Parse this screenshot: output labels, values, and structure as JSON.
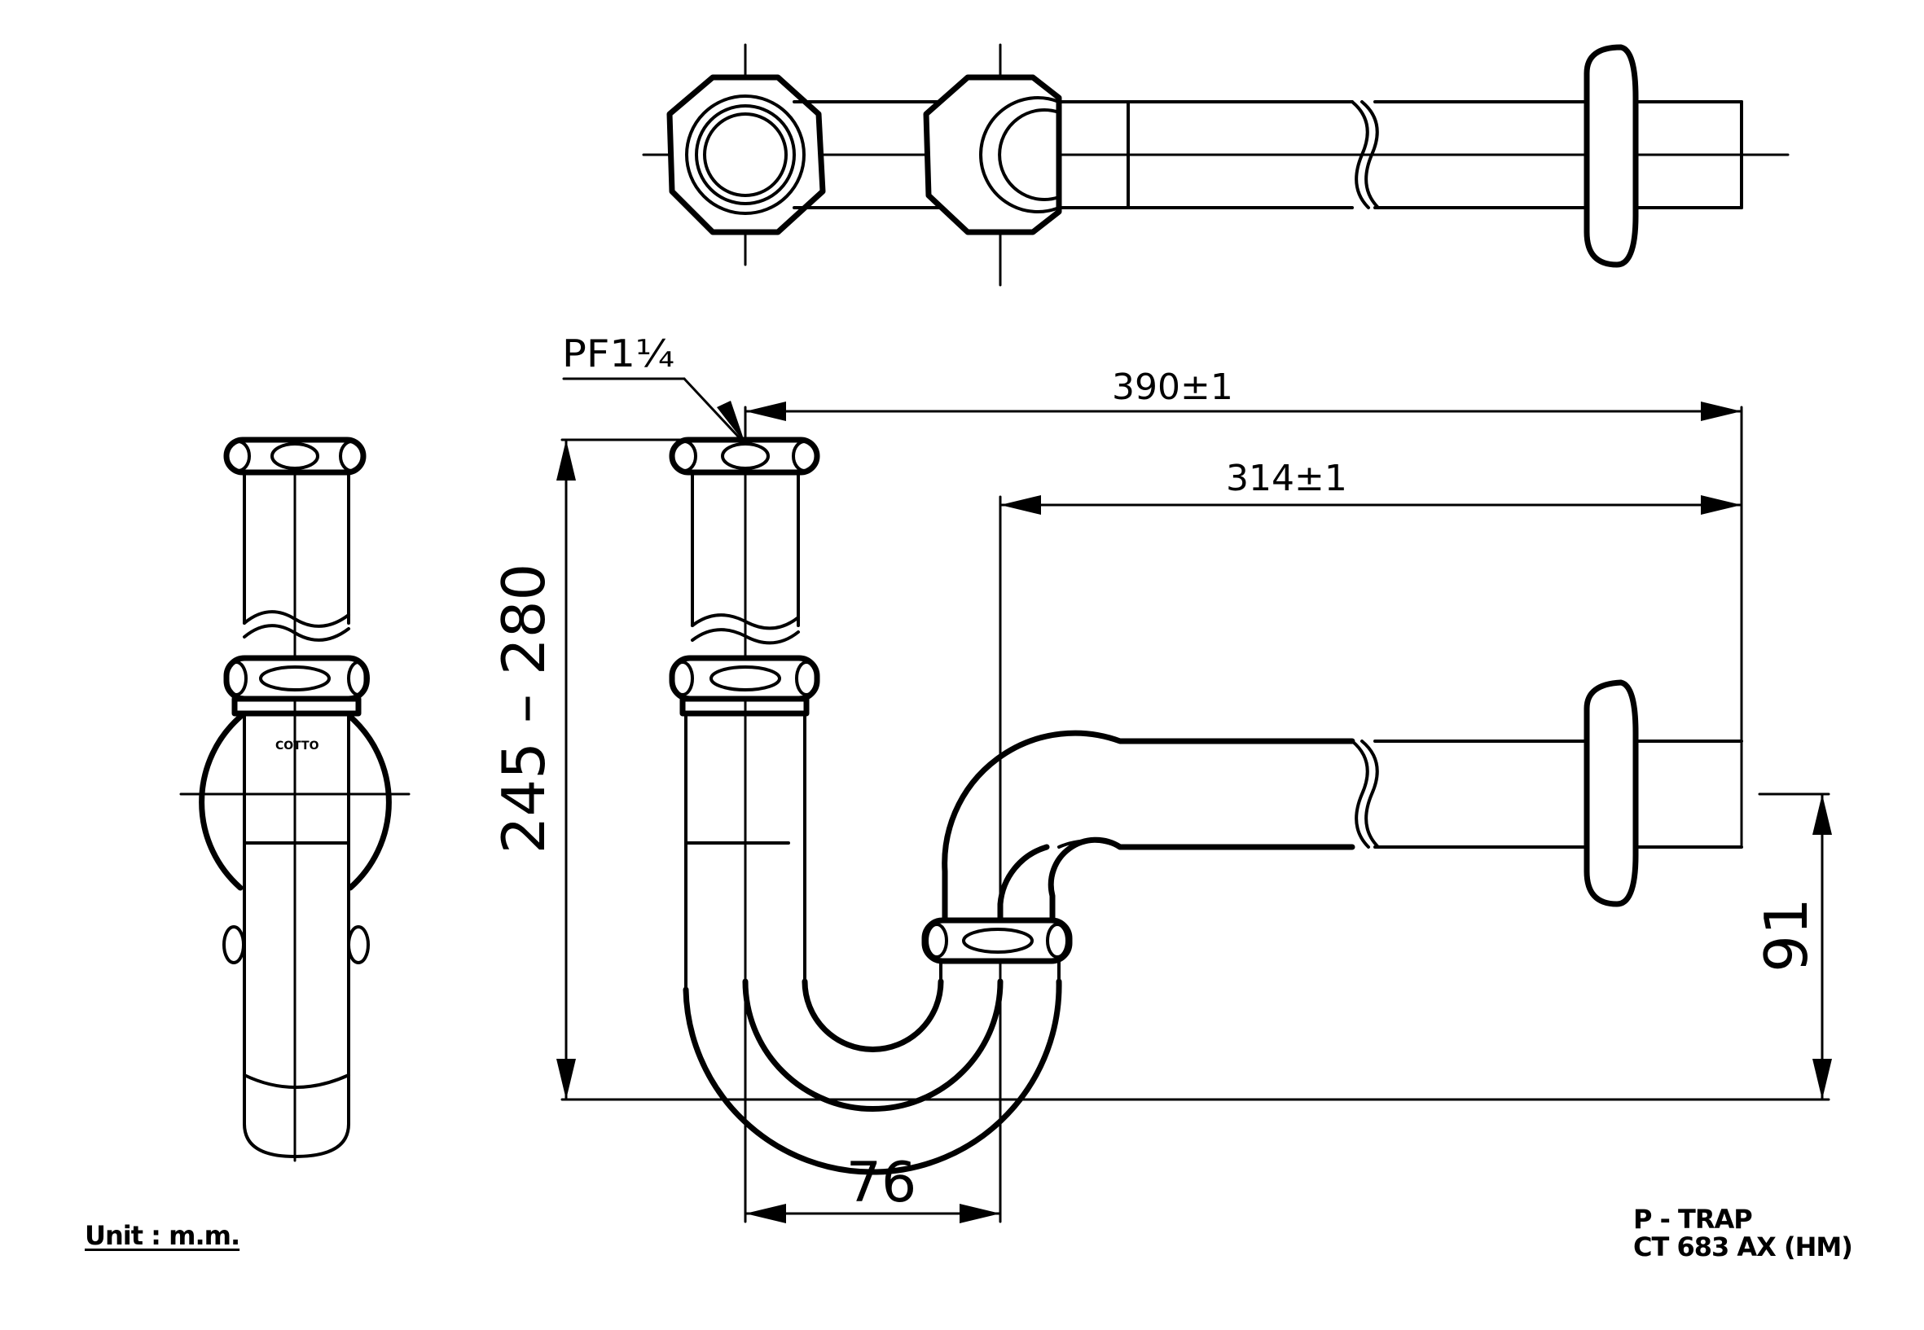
{
  "drawing": {
    "thread_label": "PF1¼",
    "dimensions": {
      "overall_length": "390±1",
      "outlet_length": "314±1",
      "height_range": "245 – 280",
      "trap_width": "76",
      "outlet_height": "91"
    },
    "unit": "Unit : m.m.",
    "product_type": "P - TRAP",
    "model_code": "CT 683 AX (HM)"
  }
}
